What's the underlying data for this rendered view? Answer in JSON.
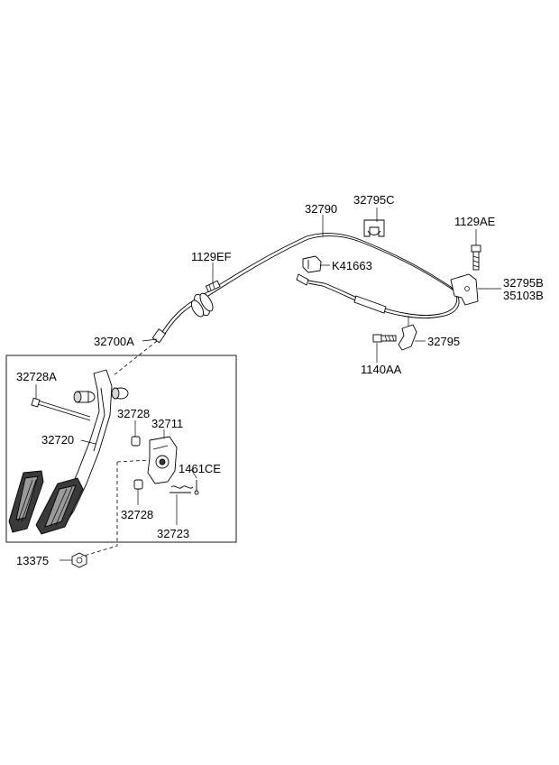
{
  "labels": {
    "p32795C": "32795C",
    "p32790": "32790",
    "p1129AE": "1129AE",
    "p1129EF": "1129EF",
    "pK41663": "K41663",
    "p32795B": "32795B",
    "p35103B": "35103B",
    "p32700A": "32700A",
    "p32795": "32795",
    "p1140AA": "1140AA",
    "p32728A": "32728A",
    "p32728_top": "32728",
    "p32711": "32711",
    "p32720": "32720",
    "p1461CE": "1461CE",
    "p32728_bottom": "32728",
    "p32723": "32723",
    "p13375": "13375"
  }
}
